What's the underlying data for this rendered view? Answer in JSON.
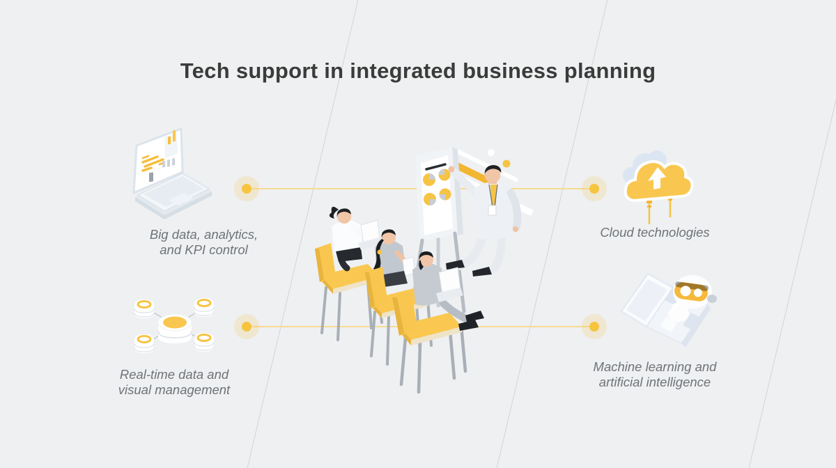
{
  "title": "Tech support in integrated business planning",
  "features": {
    "big_data": {
      "lines": [
        "Big data, analytics,",
        "and KPI control"
      ],
      "icon": "laptop-analytics-icon"
    },
    "cloud": {
      "lines": [
        "Cloud technologies"
      ],
      "icon": "cloud-upload-icon"
    },
    "realtime": {
      "lines": [
        "Real-time data and",
        "visual management"
      ],
      "icon": "database-network-icon"
    },
    "ml": {
      "lines": [
        "Machine learning and",
        "artificial intelligence"
      ],
      "icon": "laptop-robot-icon"
    }
  },
  "illustration_alt": "Presenter at a flip chart with pie charts and three attendees seated on yellow chairs with laptops and a tablet",
  "colors": {
    "background": "#EEF0F2",
    "accent_yellow": "#F9C74F",
    "stripe_yellow": "#F2B632",
    "connector_line": "#F7DA93",
    "connector_dot": "#F7C440",
    "title_text": "#3B3B3A",
    "label_text": "#6F7377",
    "diagonal_line": "#D2D5D9"
  }
}
